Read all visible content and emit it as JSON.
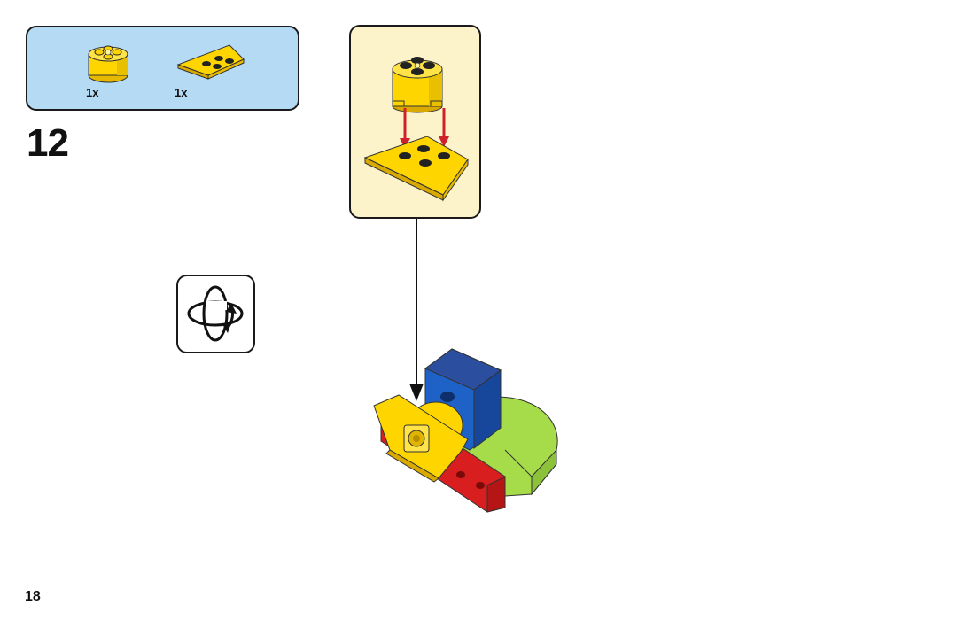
{
  "parts_list": {
    "items": [
      {
        "name": "round-brick-2x2",
        "quantity": "1x",
        "color": "#ffd500"
      },
      {
        "name": "wedge-plate-4x2",
        "quantity": "1x",
        "color": "#ffd500"
      }
    ]
  },
  "step": {
    "number": "12"
  },
  "callout": {
    "background": "#fdf3cb",
    "arrow_color": "#d0202a"
  },
  "rotate_icon": {
    "name": "rotate-model-icon"
  },
  "page": {
    "number": "18"
  },
  "colors": {
    "yellow": "#ffd500",
    "blue": "#1e62c8",
    "lime": "#a6dc4a",
    "red": "#d81e1e",
    "panel_blue": "#b5dbf4"
  }
}
